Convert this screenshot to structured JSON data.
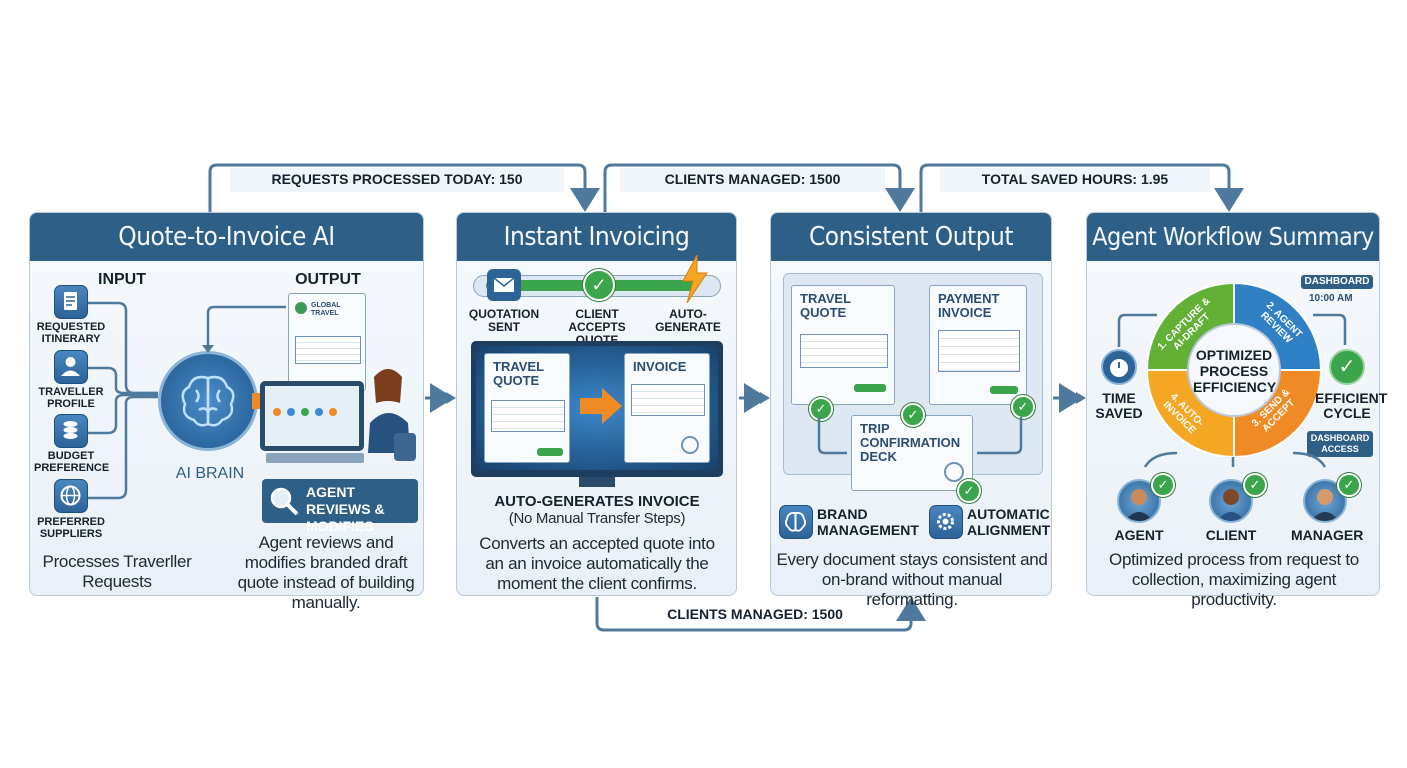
{
  "top_counters": [
    {
      "label": "REQUESTS PROCESSED TODAY: 150"
    },
    {
      "label": "CLIENTS MANAGED: 1500"
    },
    {
      "label": "TOTAL SAVED HOURS: 1.95"
    }
  ],
  "bottom_counter": {
    "label": "CLIENTS MANAGED: 1500"
  },
  "panel1": {
    "title": "Quote-to-Invoice AI",
    "input_heading": "INPUT",
    "output_heading": "OUTPUT",
    "inputs": [
      {
        "label": "REQUESTED ITINERARY",
        "icon": "document-icon"
      },
      {
        "label": "TRAVELLER PROFILE",
        "icon": "person-icon"
      },
      {
        "label": "BUDGET PREFERENCE",
        "icon": "coins-icon"
      },
      {
        "label": "PREFERRED SUPPLIERS",
        "icon": "globe-icon"
      }
    ],
    "brain_label": "AI BRAIN",
    "quote_brand": "GLOBAL TRAVEL",
    "review_label": "AGENT REVIEWS & MODIFIES",
    "left_desc": "Processes Traverller Requests",
    "right_desc": "Agent reviews and modifies branded draft quote instead of building manually."
  },
  "panel2": {
    "title": "Instant Invoicing",
    "steps": [
      "QUOTATION SENT",
      "CLIENT ACCEPTS QUOTE",
      "AUTO-GENERATE"
    ],
    "screen_doc_left": "TRAVEL QUOTE",
    "screen_doc_right": "INVOICE",
    "caption_title": "AUTO-GENERATES INVOICE",
    "caption_sub": "(No Manual Transfer Steps)",
    "desc": "Converts an accepted quote into an an invoice automatically the moment the client confirms."
  },
  "panel3": {
    "title": "Consistent Output",
    "doc1": "TRAVEL QUOTE",
    "doc2": "PAYMENT INVOICE",
    "doc3": "TRIP CONFIRMATION DECK",
    "feature1": "BRAND MANAGEMENT",
    "feature2": "AUTOMATIC ALIGNMENT",
    "desc": "Every document stays consistent and on-brand without manual reformatting."
  },
  "panel4": {
    "title": "Agent Workflow Summary",
    "dashboard_badge": "DASHBOARD",
    "dashboard_time": "10:00 AM",
    "cycle_center": "OPTIMIZED PROCESS EFFICIENCY",
    "cycle_steps": [
      "1. CAPTURE & AI-DRAFT",
      "2. AGENT REVIEW",
      "3. SEND & ACCEPT",
      "4. AUTO-INVOICE"
    ],
    "time_saved": "TIME SAVED",
    "efficient_cycle": "EFFICIENT CYCLE",
    "dashboard_access": "DASHBOARD ACCESS",
    "roles": [
      "AGENT",
      "CLIENT",
      "MANAGER"
    ],
    "desc": "Optimized process from request to collection, maximizing agent productivity."
  },
  "colors": {
    "header": "#2e5f86",
    "connector": "#4f7a9e",
    "accent_orange": "#f08a24",
    "check_green": "#3aa54a",
    "cycle_green": "#62b035",
    "cycle_blue": "#2f80c4"
  }
}
